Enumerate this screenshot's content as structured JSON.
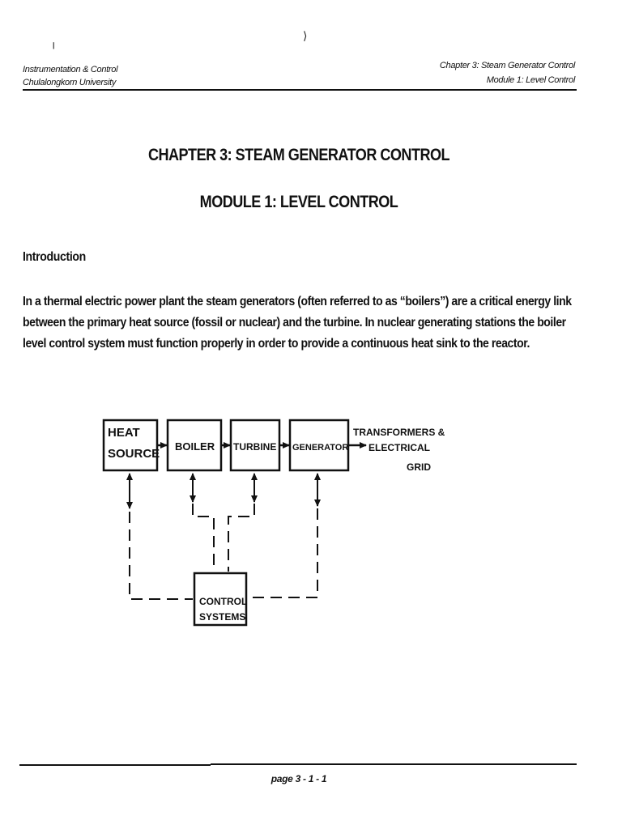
{
  "header": {
    "left_line1": "Instrumentation & Control",
    "left_line2": "Chulalongkorn University",
    "right_line1": "Chapter 3: Steam Generator Control",
    "right_line2": "Module 1: Level Control"
  },
  "titles": {
    "chapter": "CHAPTER 3: STEAM GENERATOR CONTROL",
    "module": "MODULE 1: LEVEL CONTROL"
  },
  "section": {
    "heading": "Introduction",
    "paragraph_lines": [
      "In a thermal electric power plant the steam generators (often referred to as “boilers”) are a critical energy link",
      "between the primary heat source (fossil or nuclear) and the turbine.  In nuclear generating stations the boiler",
      "level control system must function properly in order to provide a continuous heat sink to the reactor."
    ]
  },
  "diagram": {
    "heat_source_line1": "HEAT",
    "heat_source_line2": "SOURCE",
    "boiler": "BOILER",
    "turbine": "TURBINE",
    "generator": "GENERATOR",
    "output_line1": "TRANSFORMERS &",
    "output_line2": "ELECTRICAL",
    "output_line3": "GRID",
    "control_line1": "CONTROL",
    "control_line2": "SYSTEMS"
  },
  "footer": {
    "page_label": "page 3 - 1 - 1"
  }
}
